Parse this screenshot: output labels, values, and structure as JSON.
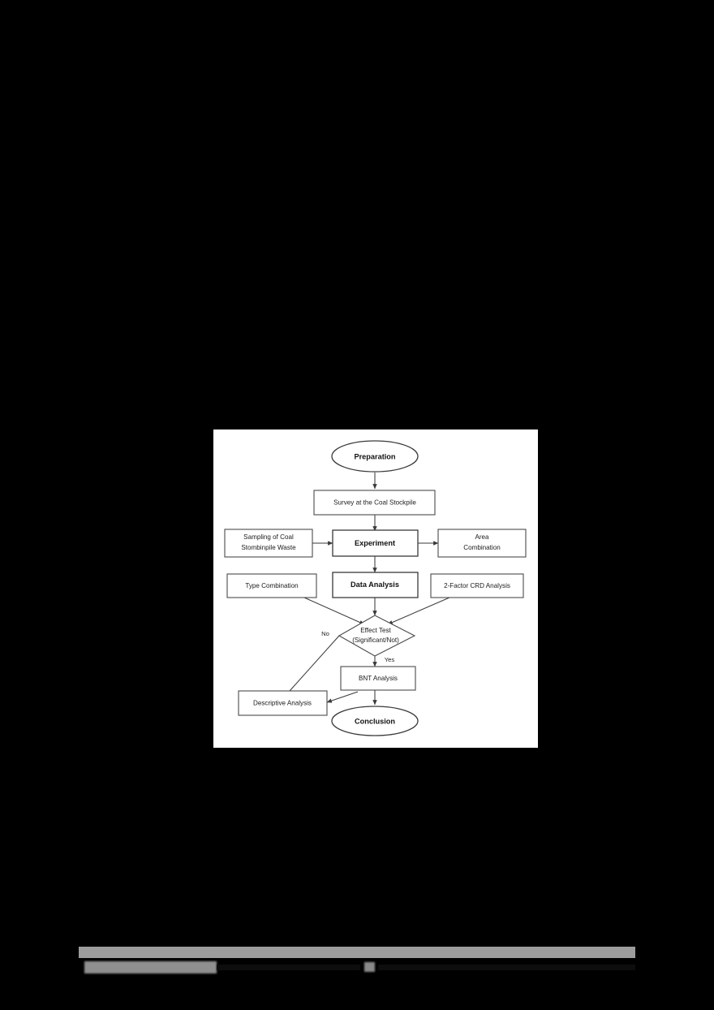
{
  "page": {
    "background_color": "#000000",
    "figure_panel_color": "#ffffff"
  },
  "figure": {
    "name": "research-methodology-flowchart",
    "nodes": {
      "preparation": {
        "label": "Preparation",
        "shape": "ellipse",
        "emphasis": "bold"
      },
      "survey": {
        "label": "Survey at the Coal Stockpile",
        "shape": "rectangle",
        "emphasis": "normal"
      },
      "sampling": {
        "label_line1": "Sampling of Coal",
        "label_line2": "Stombinpile Waste",
        "shape": "rectangle",
        "emphasis": "normal"
      },
      "experiment": {
        "label": "Experiment",
        "shape": "rectangle",
        "emphasis": "bold"
      },
      "area_combination": {
        "label_line1": "Area",
        "label_line2": "Combination",
        "shape": "rectangle",
        "emphasis": "normal"
      },
      "type_combination": {
        "label": "Type Combination",
        "shape": "rectangle",
        "emphasis": "normal"
      },
      "data_analysis": {
        "label": "Data Analysis",
        "shape": "rectangle",
        "emphasis": "bold"
      },
      "crd_analysis": {
        "label": "2-Factor CRD Analysis",
        "shape": "rectangle",
        "emphasis": "normal"
      },
      "effect_test": {
        "label_line1": "Effect Test",
        "label_line2": "(Significant/Not)",
        "shape": "diamond",
        "emphasis": "normal"
      },
      "bnt_analysis": {
        "label": "BNT Analysis",
        "shape": "rectangle",
        "emphasis": "normal"
      },
      "descriptive_analysis": {
        "label": "Descriptive Analysis",
        "shape": "rectangle",
        "emphasis": "normal"
      },
      "conclusion": {
        "label": "Conclusion",
        "shape": "ellipse",
        "emphasis": "bold"
      }
    },
    "edge_labels": {
      "no_branch": "No",
      "yes_branch": "Yes"
    },
    "colors": {
      "stroke": "#3a3a3a",
      "text": "#1a1a1a",
      "fill": "#ffffff"
    }
  },
  "footer": {
    "legible": false,
    "note": ""
  }
}
